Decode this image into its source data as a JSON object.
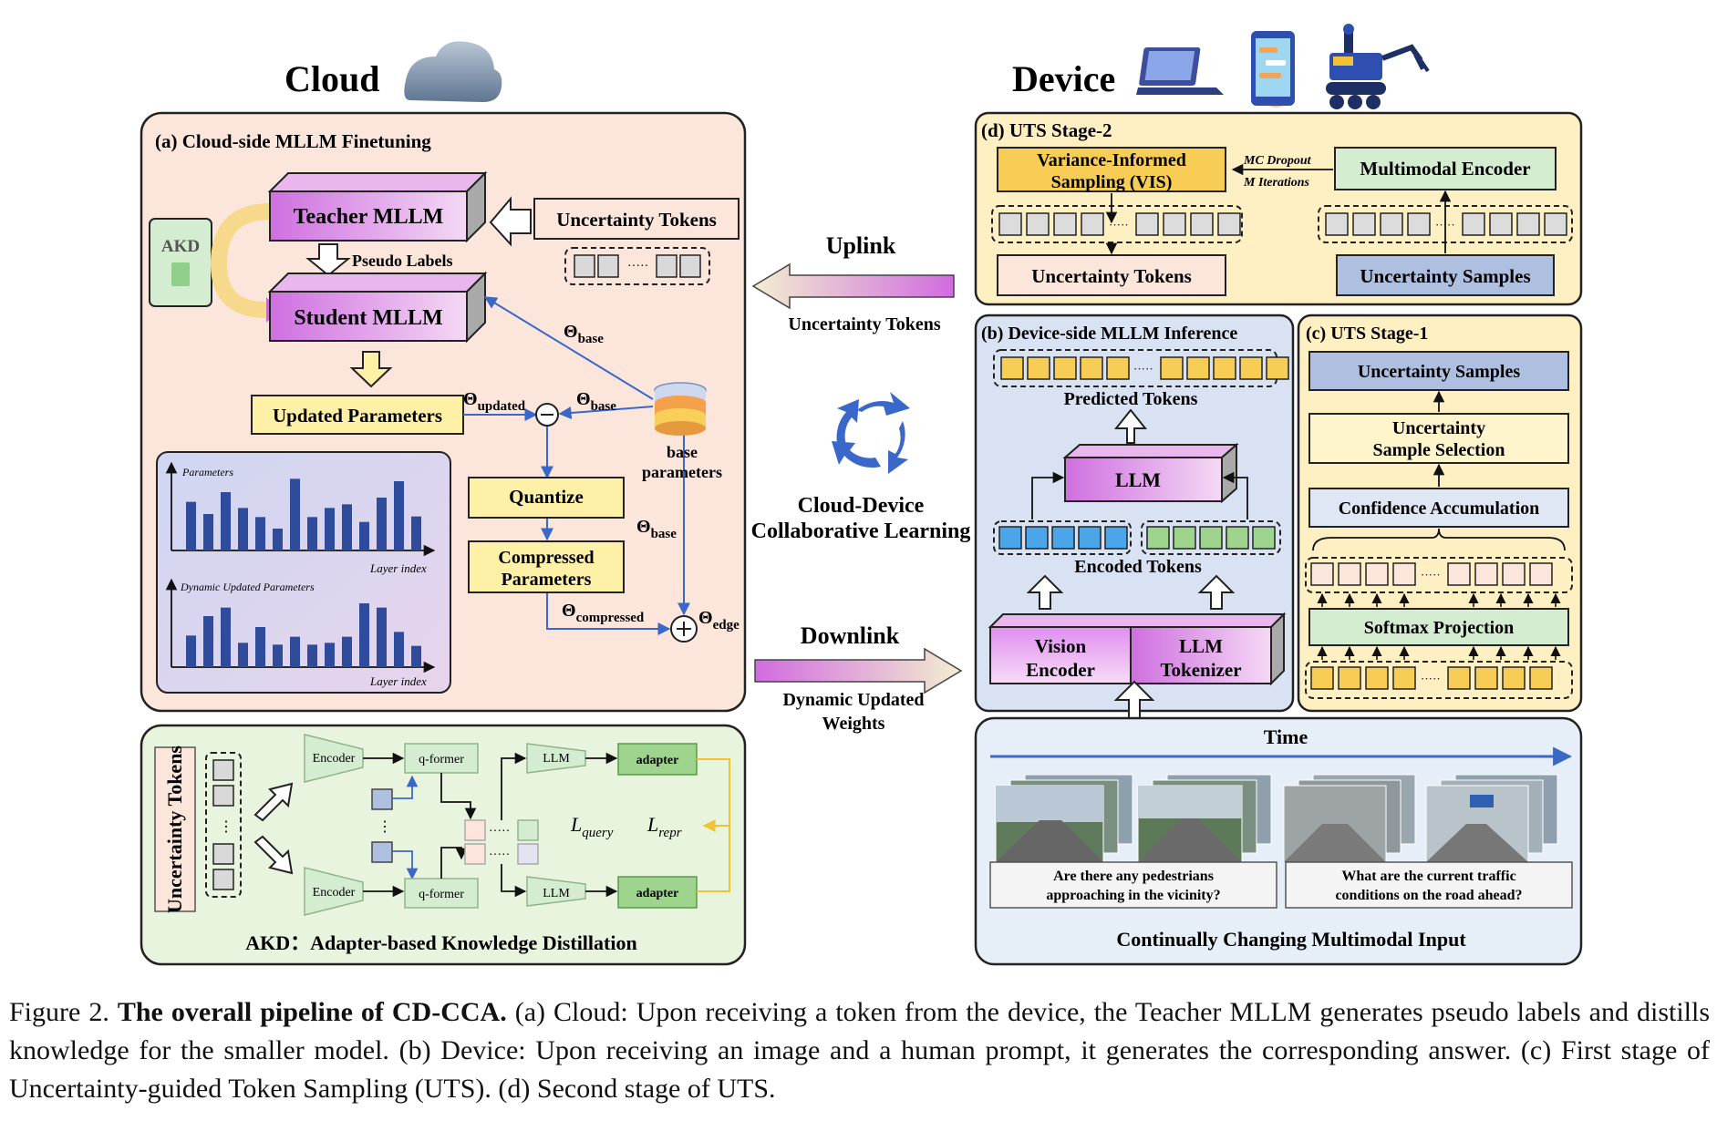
{
  "headers": {
    "cloud": "Cloud",
    "device": "Device"
  },
  "panel_a": {
    "title": "(a) Cloud-side MLLM Finetuning",
    "teacher": "Teacher MLLM",
    "student": "Student MLLM",
    "pseudo_labels": "Pseudo Labels",
    "akd_badge": "AKD",
    "uncertainty_tokens": "Uncertainty Tokens",
    "updated_parameters": "Updated Parameters",
    "theta_updated": "Θ",
    "theta_updated_sub": "updated",
    "theta_base_1": "Θ",
    "theta_base_1_sub": "base",
    "theta_base_2": "Θ",
    "theta_base_2_sub": "base",
    "theta_base_3": "Θ",
    "theta_base_3_sub": "base",
    "theta_compressed": "Θ",
    "theta_compressed_sub": "compressed",
    "theta_edge": "Θ",
    "theta_edge_sub": "edge",
    "base_parameters_1": "base",
    "base_parameters_2": "parameters",
    "quantize": "Quantize",
    "compressed_1": "Compressed",
    "compressed_2": "Parameters",
    "chart_top": {
      "label": "Parameters",
      "xlabel": "Layer index",
      "values": [
        0.8,
        0.6,
        0.96,
        0.7,
        0.55,
        0.36,
        1.18,
        0.55,
        0.7,
        0.76,
        0.47,
        0.87,
        1.14,
        0.56
      ]
    },
    "chart_bottom": {
      "label": "Dynamic Updated Parameters",
      "xlabel": "Layer index",
      "values": [
        0.52,
        0.84,
        0.98,
        0.4,
        0.66,
        0.37,
        0.5,
        0.37,
        0.4,
        0.5,
        1.05,
        0.98,
        0.58,
        0.35
      ]
    }
  },
  "akd": {
    "caption": "AKD：Adapter-based Knowledge Distillation",
    "side_label": "Uncertainty Tokens",
    "encoder": "Encoder",
    "qformer": "q-former",
    "llm": "LLM",
    "adapter": "adapter",
    "l_query": "L",
    "l_query_sub": "query",
    "l_repr": "L",
    "l_repr_sub": "repr"
  },
  "middle": {
    "uplink": "Uplink",
    "uplink_sub": "Uncertainty Tokens",
    "collab_1": "Cloud-Device",
    "collab_2": "Collaborative Learning",
    "downlink": "Downlink",
    "downlink_sub_1": "Dynamic Updated",
    "downlink_sub_2": "Weights"
  },
  "panel_d": {
    "title": "(d) UTS Stage-2",
    "vis_1": "Variance-Informed",
    "vis_2": "Sampling (VIS)",
    "mc_1": "MC Dropout",
    "mc_2": "M Iterations",
    "encoder": "Multimodal Encoder",
    "unc_tokens": "Uncertainty Tokens",
    "unc_samples": "Uncertainty Samples"
  },
  "panel_b": {
    "title": "(b) Device-side MLLM Inference",
    "predicted": "Predicted Tokens",
    "llm": "LLM",
    "encoded": "Encoded Tokens",
    "vision_1": "Vision",
    "vision_2": "Encoder",
    "tok_1": "LLM",
    "tok_2": "Tokenizer"
  },
  "panel_c": {
    "title": "(c) UTS Stage-1",
    "samples": "Uncertainty Samples",
    "selection_1": "Uncertainty",
    "selection_2": "Sample Selection",
    "confidence": "Confidence Accumulation",
    "softmax": "Softmax Projection"
  },
  "input": {
    "time": "Time",
    "q1_1": "Are there any pedestrians",
    "q1_2": "approaching in the vicinity?",
    "q2_1": "What are the current traffic",
    "q2_2": "conditions on the road ahead?",
    "caption": "Continually Changing Multimodal Input"
  },
  "figure_caption": {
    "prefix": "Figure 2.",
    "bold": "The overall pipeline of CD-CCA.",
    "rest": "(a) Cloud: Upon receiving a token from the device, the Teacher MLLM generates pseudo labels and distills knowledge for the smaller model. (b) Device: Upon receiving an image and a human prompt, it generates the corresponding answer. (c) First stage of Uncertainty-guided Token Sampling (UTS). (d) Second stage of UTS."
  },
  "colors": {
    "purple": "#c86bd6",
    "yellow": "#fff0a8",
    "peach": "#fce6dc",
    "blue_box": "#aebfe0",
    "green_box": "#d4ecd0",
    "bar": "#2f4b9c"
  }
}
